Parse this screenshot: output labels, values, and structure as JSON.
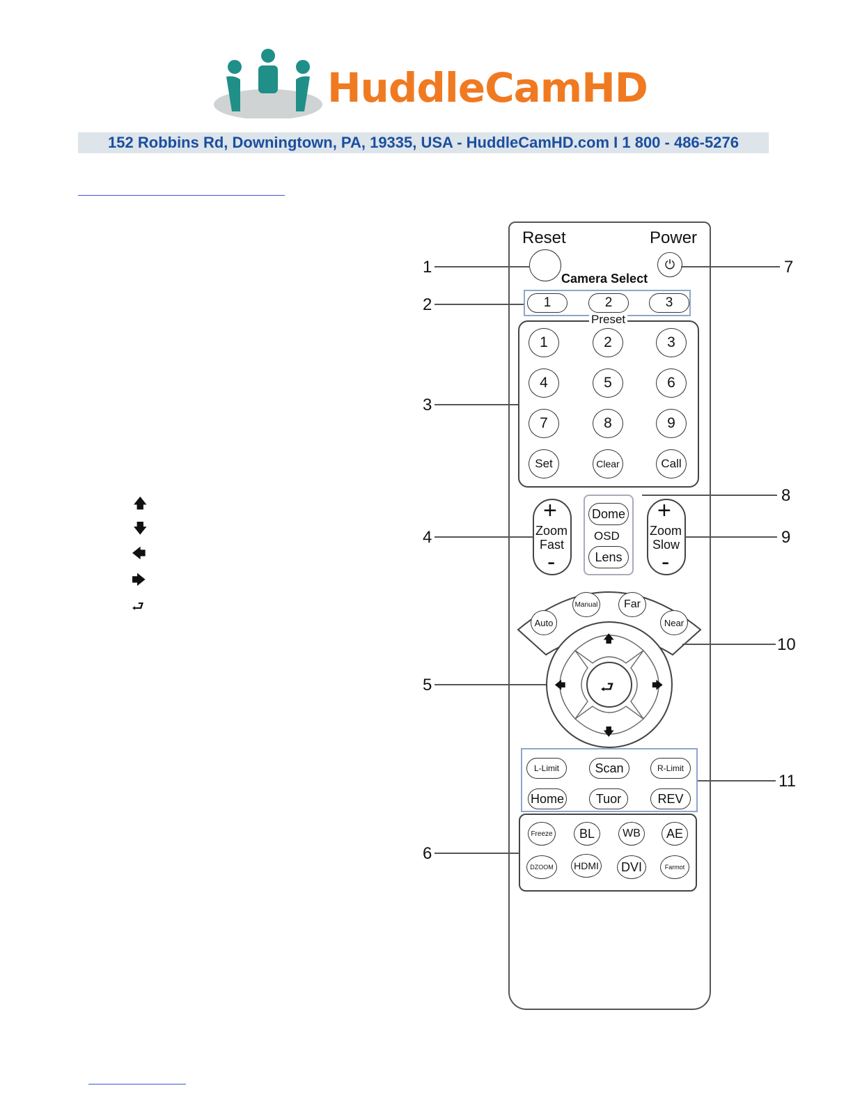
{
  "header": {
    "brand": "HuddleCamHD",
    "address": "152 Robbins Rd, Downingtown, PA, 19335, USA - HuddleCamHD.com I 1 800 - 486-5276"
  },
  "remote": {
    "reset": "Reset",
    "power": "Power",
    "camera_select": "Camera Select",
    "cam_buttons": [
      "1",
      "2",
      "3"
    ],
    "preset": "Preset",
    "preset_buttons": [
      "1",
      "2",
      "3",
      "4",
      "5",
      "6",
      "7",
      "8",
      "9",
      "Set",
      "Clear",
      "Call"
    ],
    "zoom_fast": {
      "plus": "+",
      "label1": "Zoom",
      "label2": "Fast",
      "minus": "-"
    },
    "zoom_slow": {
      "plus": "+",
      "label1": "Zoom",
      "label2": "Slow",
      "minus": "-"
    },
    "osd": {
      "top": "Dome",
      "mid": "OSD",
      "bottom": "Lens"
    },
    "focus": [
      "Auto",
      "Manual",
      "Far",
      "Near"
    ],
    "func_row1": [
      "L-Limit",
      "Scan",
      "R-Limit"
    ],
    "func_row2": [
      "Home",
      "Tuor",
      "REV"
    ],
    "bottom_row1": [
      "Freeze",
      "BL",
      "WB",
      "AE"
    ],
    "bottom_row2": [
      "DZOOM",
      "HDMI",
      "DVI",
      "Farmot"
    ]
  },
  "callouts": [
    "1",
    "2",
    "3",
    "4",
    "5",
    "6",
    "7",
    "8",
    "9",
    "10",
    "11"
  ],
  "side_icons": [
    "arrow-up-icon",
    "arrow-down-icon",
    "arrow-left-icon",
    "arrow-right-icon",
    "enter-icon"
  ]
}
